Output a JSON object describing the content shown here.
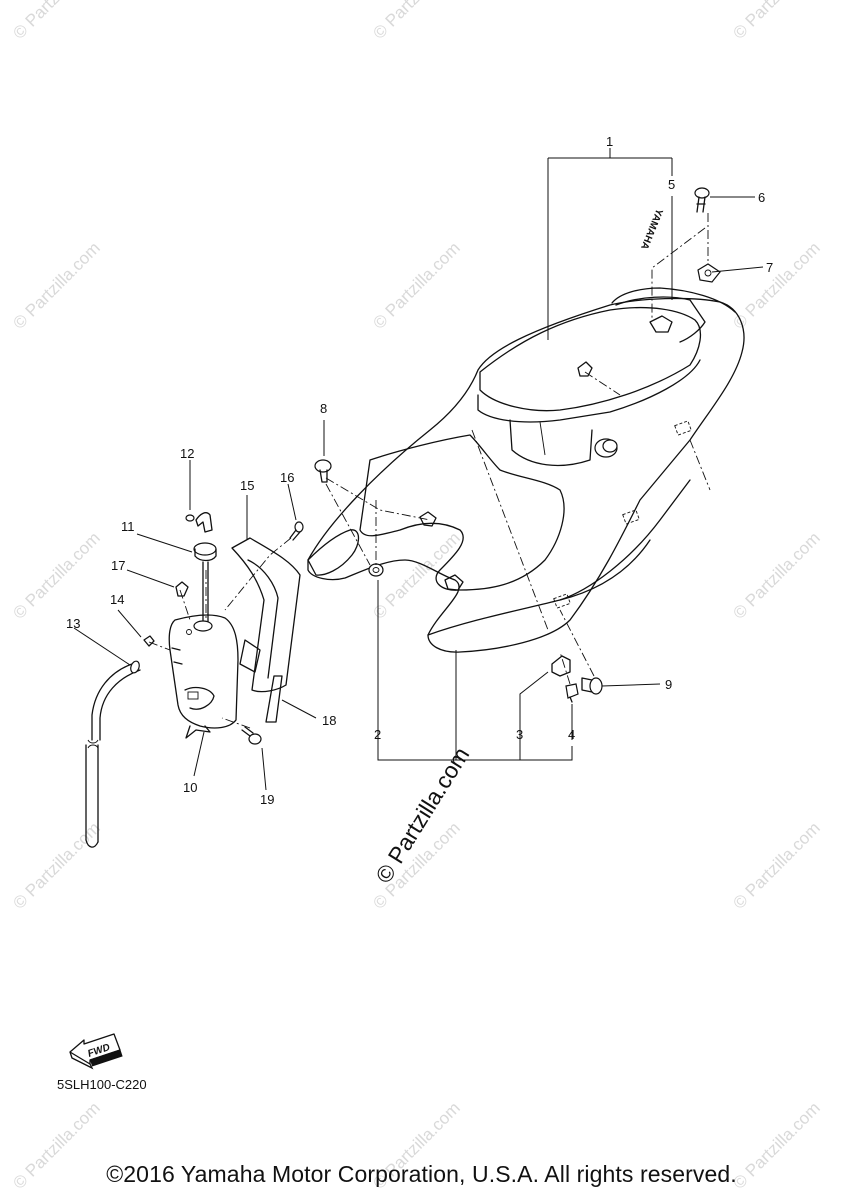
{
  "watermark": {
    "text": "© Partzilla.com",
    "big_text": "© Partzilla.com"
  },
  "callouts": [
    "1",
    "2",
    "3",
    "4",
    "5",
    "6",
    "7",
    "8",
    "9",
    "10",
    "11",
    "12",
    "13",
    "14",
    "15",
    "16",
    "17",
    "18",
    "19"
  ],
  "decal_text": "YAMAHA",
  "fwd_label": "FWD",
  "diagram_code": "5SLH100-C220",
  "copyright": "©2016 Yamaha Motor Corporation, U.S.A. All rights reserved."
}
